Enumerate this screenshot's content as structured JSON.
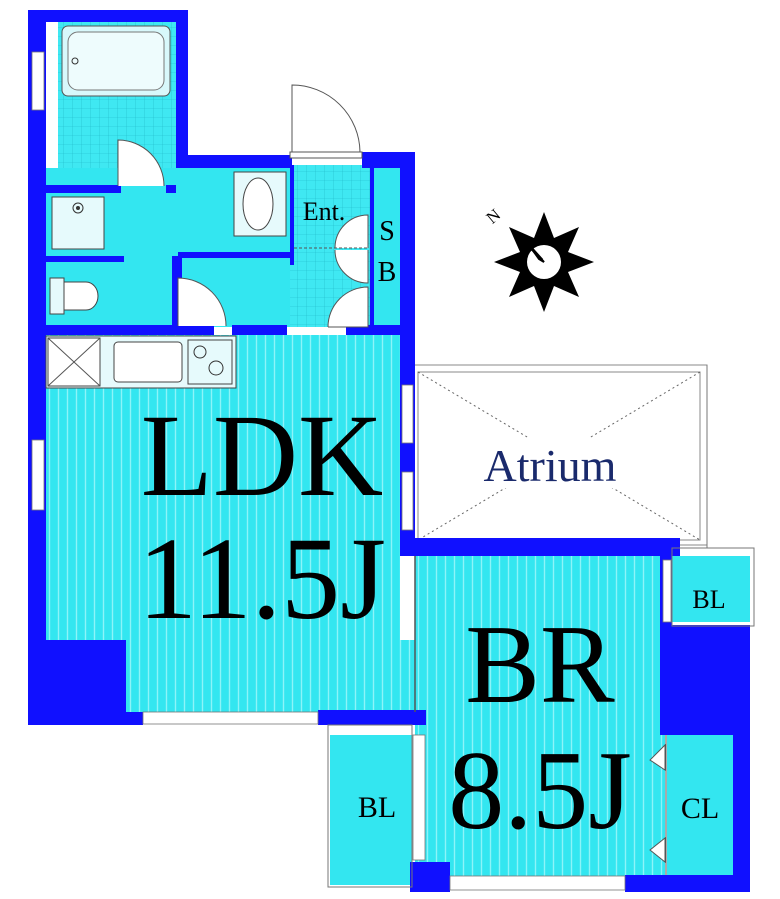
{
  "colors": {
    "wall": "#1010ff",
    "floor": "#33e6f0",
    "floor_stripe": "#7ff2f7",
    "tile": "#4de8f2",
    "fixture": "#d8f8fb",
    "atrium": "#ffffff",
    "sun": "#000000"
  },
  "rooms": {
    "ldk": {
      "name": "LDK",
      "size": "11.5J"
    },
    "br": {
      "name": "BR",
      "size": "8.5J"
    },
    "atrium": {
      "name": "Atrium"
    },
    "entrance": {
      "name": "Ent."
    },
    "shoe_box": {
      "line1": "S",
      "line2": "B"
    },
    "balcony_small": {
      "name": "BL"
    },
    "balcony_left": {
      "name": "BL"
    },
    "closet": {
      "name": "CL"
    }
  },
  "compass": {
    "north_label": "N",
    "icon": "sun-compass-icon"
  }
}
